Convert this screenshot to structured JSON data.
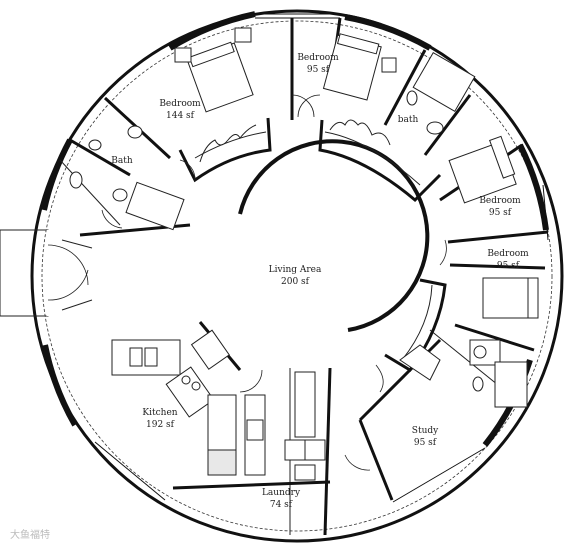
{
  "rooms": {
    "bedroom_nw": {
      "name": "Bedroom",
      "area": "144 sf"
    },
    "bedroom_n": {
      "name": "Bedroom",
      "area": "95 sf"
    },
    "bath_ne": {
      "name": "bath"
    },
    "bath_w": {
      "name": "Bath"
    },
    "bedroom_e1": {
      "name": "Bedroom",
      "area": "95 sf"
    },
    "bedroom_e2": {
      "name": "Bedroom",
      "area": "95 sf"
    },
    "living": {
      "name": "Living Area",
      "area": "200 sf"
    },
    "kitchen": {
      "name": "Kitchen",
      "area": "192 sf"
    },
    "study": {
      "name": "Study",
      "area": "95 sf"
    },
    "laundry": {
      "name": "Laundry",
      "area": "74 sf"
    }
  },
  "watermark": "大鱼福特"
}
